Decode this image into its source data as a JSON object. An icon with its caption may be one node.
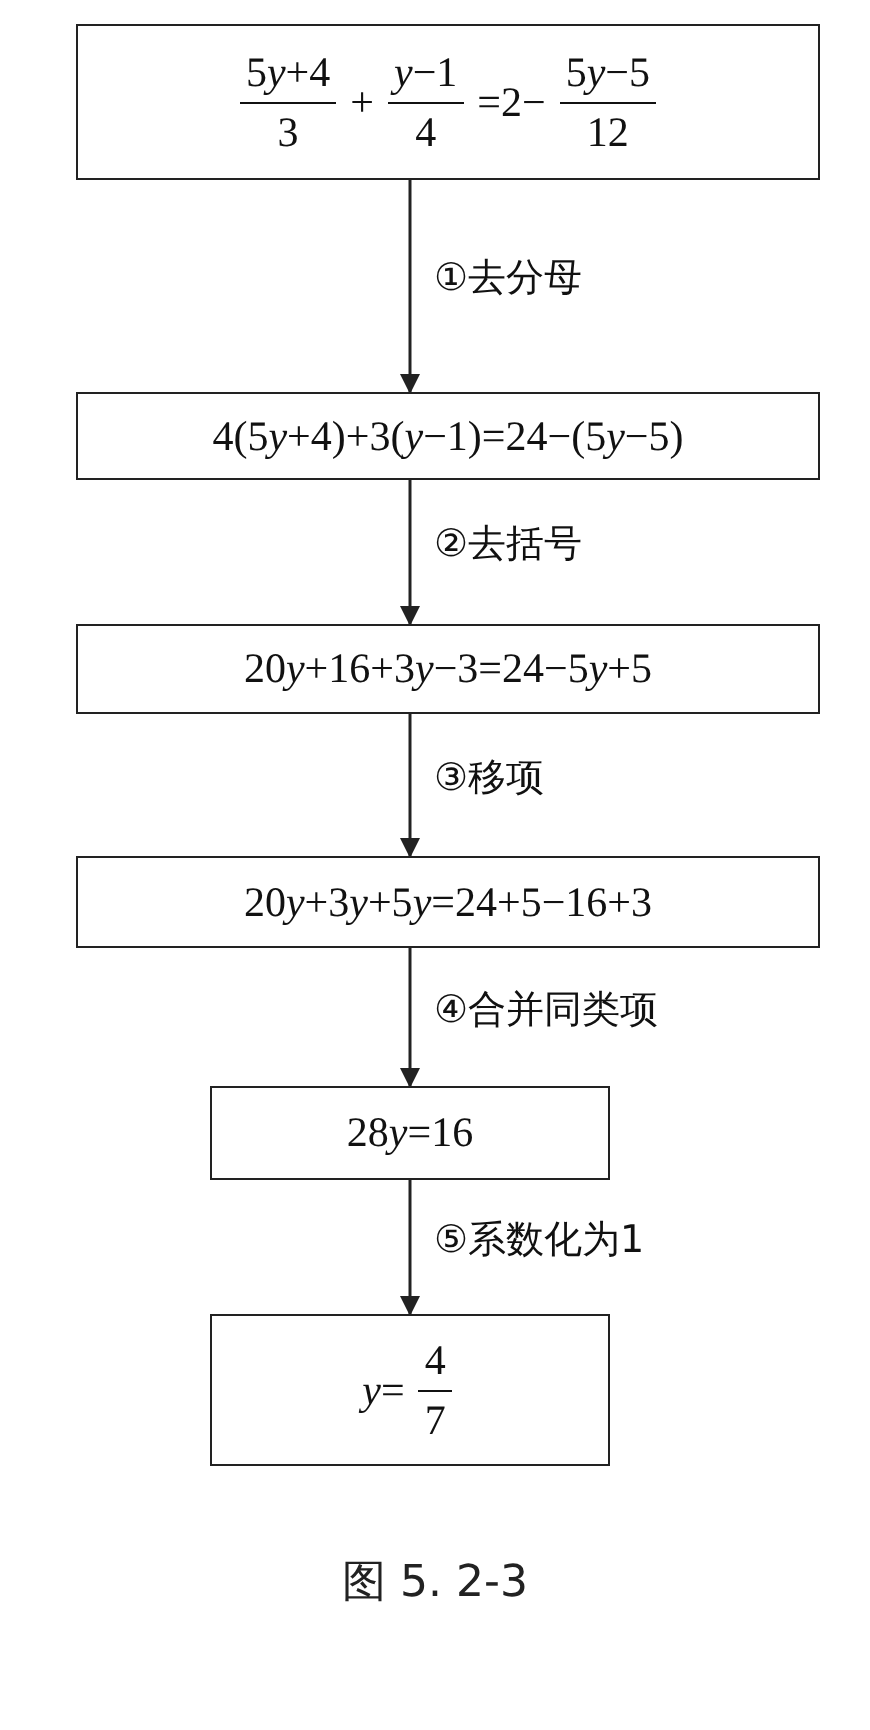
{
  "diagram": {
    "caption": "图 5. 2-3",
    "nodes": [
      {
        "text": [
          "5y+4",
          "3",
          "+",
          "y−1",
          "4",
          "=2−",
          "5y−5",
          "12"
        ]
      },
      {
        "text": [
          "4(5y+4)+3(y−1)=24−(5y−5)"
        ]
      },
      {
        "text": [
          "20y+16+3y−3=24−5y+5"
        ]
      },
      {
        "text": [
          "20y+3y+5y=24+5−16+3"
        ]
      },
      {
        "text": [
          "28y=16"
        ]
      },
      {
        "text": [
          "y=",
          "4",
          "7"
        ]
      }
    ],
    "edges": [
      {
        "from": 0,
        "to": 1,
        "arrow": "to",
        "label": "①去分母"
      },
      {
        "from": 1,
        "to": 2,
        "arrow": "to",
        "label": "②去括号"
      },
      {
        "from": 2,
        "to": 3,
        "arrow": "to",
        "label": "③移项"
      },
      {
        "from": 3,
        "to": 4,
        "arrow": "to",
        "label": "④合并同类项"
      },
      {
        "from": 4,
        "to": 5,
        "arrow": "to",
        "label": "⑤系数化为1"
      }
    ]
  }
}
